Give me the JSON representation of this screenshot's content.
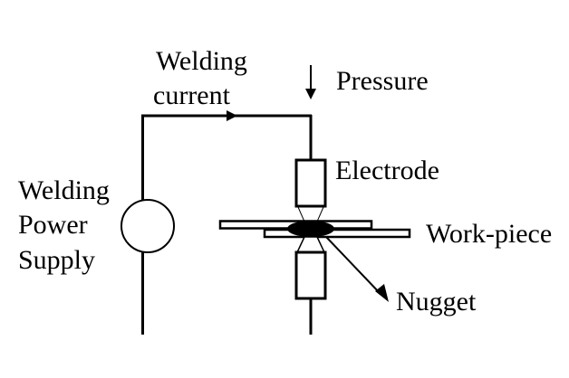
{
  "diagram": {
    "title": "Resistance spot welding schematic",
    "labels": {
      "welding_current": [
        "Welding",
        "current"
      ],
      "pressure": "Pressure",
      "electrode": "Electrode",
      "work_piece": "Work-piece",
      "nugget": "Nugget",
      "power_supply": [
        "Welding",
        "Power",
        "Supply"
      ]
    },
    "components": [
      {
        "id": "power-supply",
        "kind": "circle-source"
      },
      {
        "id": "upper-electrode",
        "kind": "electrode"
      },
      {
        "id": "lower-electrode",
        "kind": "electrode"
      },
      {
        "id": "top-sheet",
        "kind": "work-piece"
      },
      {
        "id": "bottom-sheet",
        "kind": "work-piece"
      },
      {
        "id": "nugget",
        "kind": "weld-nugget"
      }
    ],
    "arrows": [
      {
        "id": "current-direction",
        "meaning": "welding current flow, left to right"
      },
      {
        "id": "pressure-arrow",
        "meaning": "applied pressure, downward"
      },
      {
        "id": "nugget-pointer",
        "meaning": "points to nugget label"
      }
    ],
    "colors": {
      "stroke": "#000000",
      "background": "#ffffff",
      "nugget_fill": "#000000"
    }
  }
}
